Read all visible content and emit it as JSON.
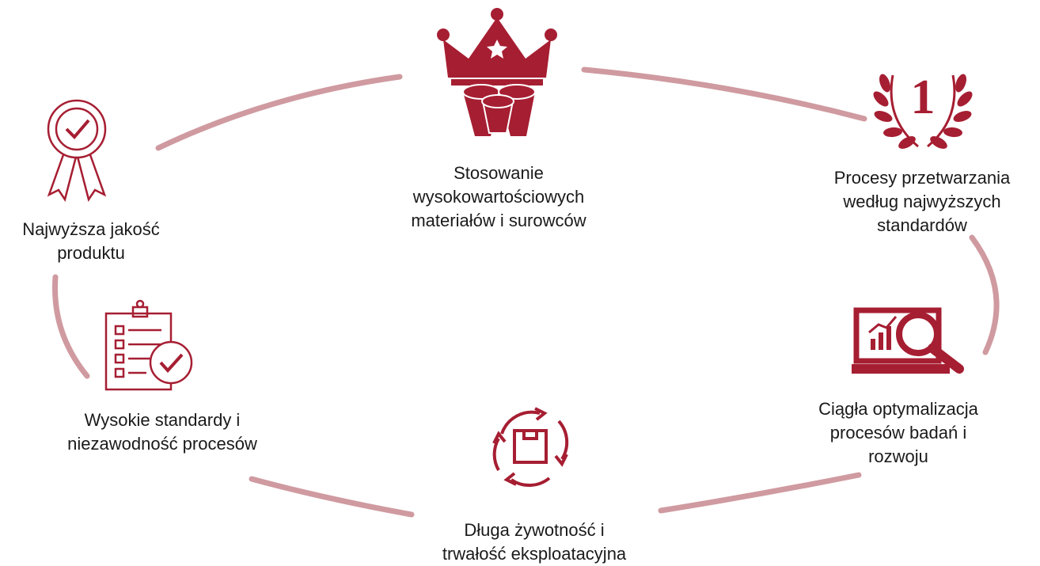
{
  "colors": {
    "accent": "#a61e32",
    "ring": "#cf9aa0",
    "text": "#1a1a1a"
  },
  "nodes": [
    {
      "id": "materials",
      "icon": "crown-cups-icon",
      "lines": [
        "Stosowanie",
        "wysokowartościowych",
        "materiałów i surowców"
      ]
    },
    {
      "id": "processes",
      "icon": "laurel-number-one-icon",
      "badge": "1",
      "lines": [
        "Procesy przetwarzania",
        "według najwyższych",
        "standardów"
      ]
    },
    {
      "id": "optimization",
      "icon": "laptop-analytics-magnifier-icon",
      "lines": [
        "Ciągła optymalizacja",
        "procesów badań i",
        "rozwoju"
      ]
    },
    {
      "id": "durability",
      "icon": "box-cycle-arrows-icon",
      "lines": [
        "Długa żywotność i",
        "trwałość eksploatacyjna"
      ]
    },
    {
      "id": "standards",
      "icon": "clipboard-checklist-icon",
      "lines": [
        "Wysokie standardy i",
        "niezawodność procesów"
      ]
    },
    {
      "id": "quality",
      "icon": "award-ribbon-check-icon",
      "lines": [
        "Najwyższa jakość",
        "produktu"
      ]
    }
  ]
}
